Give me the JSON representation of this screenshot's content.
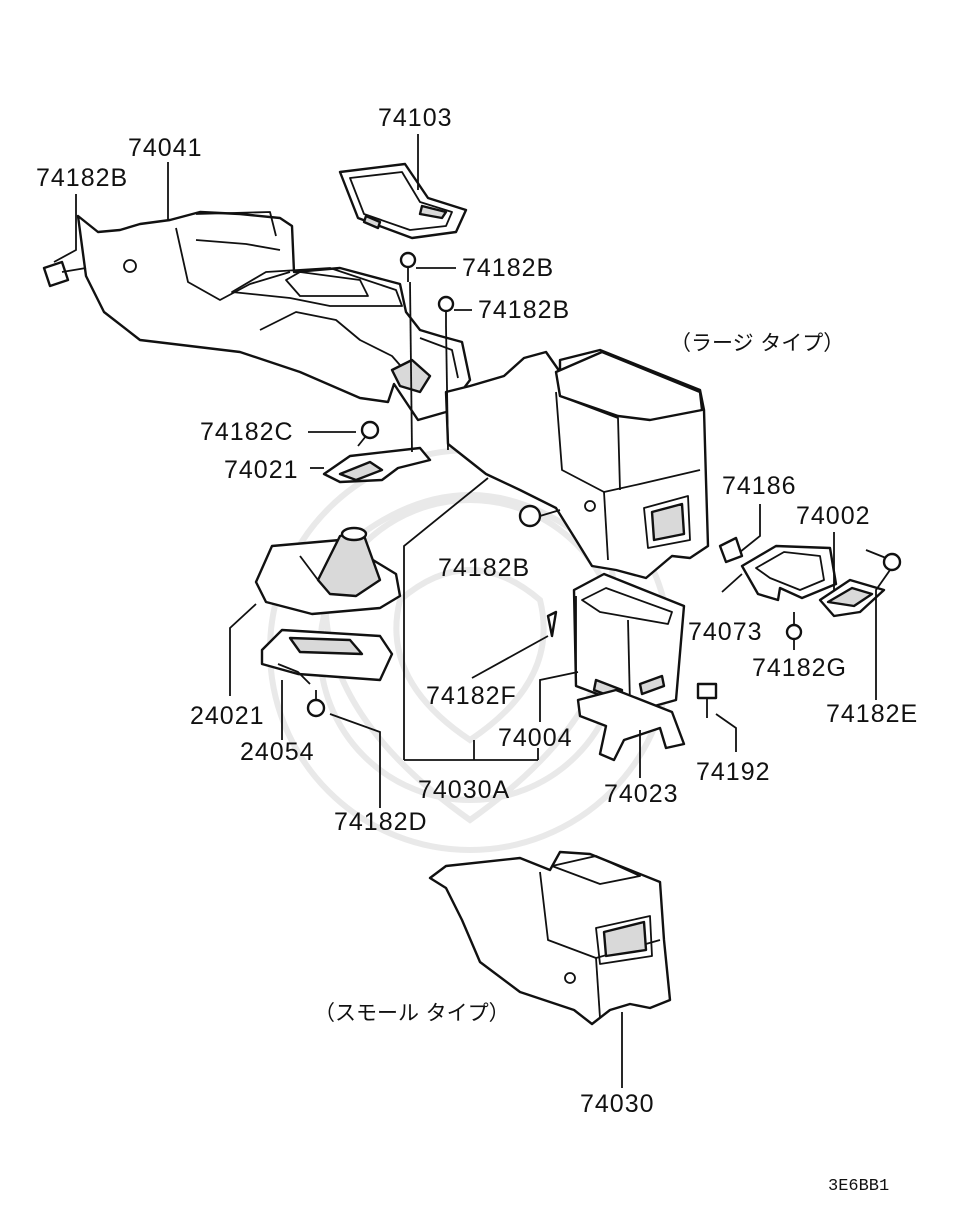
{
  "labels": {
    "p74103": "74103",
    "p74041": "74041",
    "p74182B_a": "74182B",
    "p74182B_b": "74182B",
    "p74182B_c": "74182B",
    "p74182B_d": "74182B",
    "p74182C": "74182C",
    "p74021": "74021",
    "p74186": "74186",
    "p74002": "74002",
    "p74073": "74073",
    "p74182G": "74182G",
    "p74182E": "74182E",
    "p24021": "24021",
    "p24054": "24054",
    "p74182D": "74182D",
    "p74182F": "74182F",
    "p74004": "74004",
    "p74030A": "74030A",
    "p74023": "74023",
    "p74192": "74192",
    "p74030": "74030"
  },
  "notes": {
    "large_type": "（ラージ タイプ）",
    "small_type": "（スモール タイプ）"
  },
  "diagram_code": "3E6BB1"
}
